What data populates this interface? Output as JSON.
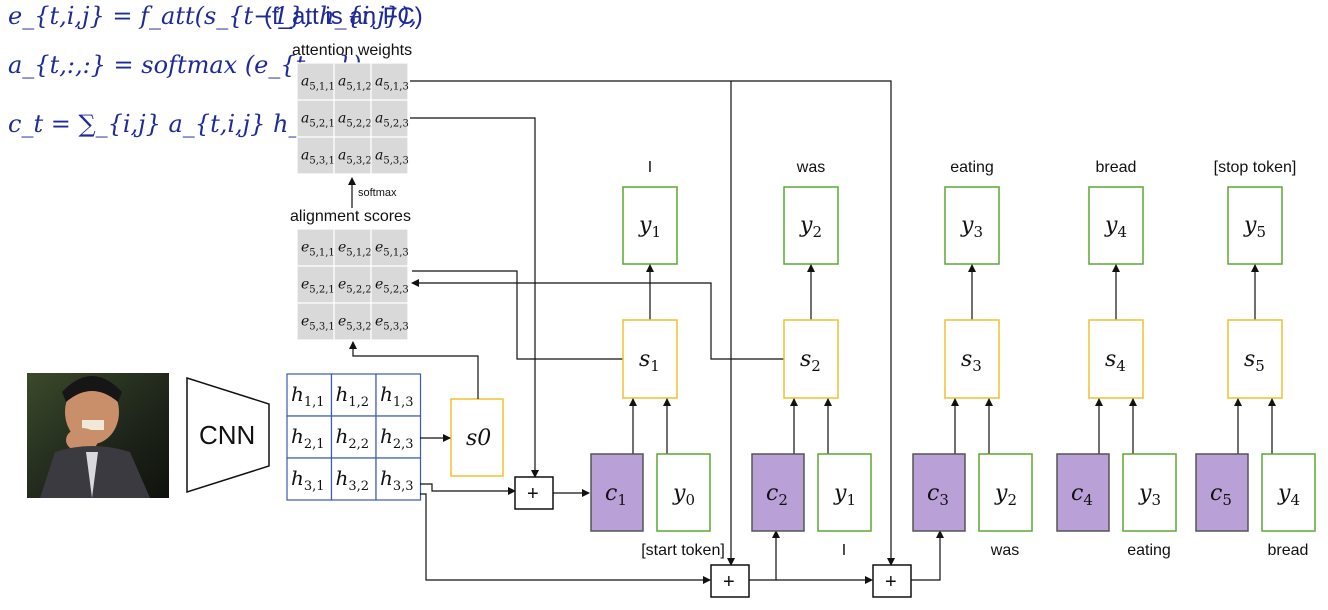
{
  "equations": {
    "eq1": "e_{t,i,j} = f_att(s_{t−1}, h_{i,j}),",
    "eq1_note": "(f_att is an FC)",
    "eq2": "a_{t,:,:} = softmax (e_{t,:,:})",
    "eq3": "c_t = ∑_{i,j} a_{t,i,j} h_{i,j}"
  },
  "labels": {
    "attention_weights": "attention weights",
    "alignment_scores": "alignment scores",
    "softmax": "softmax",
    "cnn": "CNN",
    "plus": "+"
  },
  "attention_grid": [
    [
      "a5,1,1",
      "a5,1,2",
      "a5,1,3"
    ],
    [
      "a5,2,1",
      "a5,2,2",
      "a5,2,3"
    ],
    [
      "a5,3,1",
      "a5,3,2",
      "a5,3,3"
    ]
  ],
  "alignment_grid": [
    [
      "e5,1,1",
      "e5,1,2",
      "e5,1,3"
    ],
    [
      "e5,2,1",
      "e5,2,2",
      "e5,2,3"
    ],
    [
      "e5,3,1",
      "e5,3,2",
      "e5,3,3"
    ]
  ],
  "feature_grid": [
    [
      "h1,1",
      "h1,2",
      "h1,3"
    ],
    [
      "h2,1",
      "h2,2",
      "h2,3"
    ],
    [
      "h3,1",
      "h3,2",
      "h3,3"
    ]
  ],
  "s0": "s0",
  "outputs_text": [
    "I",
    "was",
    "eating",
    "bread",
    "[stop token]"
  ],
  "y_out": [
    "y1",
    "y2",
    "y3",
    "y4",
    "y5"
  ],
  "states": [
    "s1",
    "s2",
    "s3",
    "s4",
    "s5"
  ],
  "contexts": [
    "c1",
    "c2",
    "c3",
    "c4",
    "c5"
  ],
  "y_in": [
    "y0",
    "y1",
    "y2",
    "y3",
    "y4"
  ],
  "inputs_text": [
    "[start token]",
    "I",
    "was",
    "eating",
    "bread"
  ],
  "colors": {
    "equation": "#1f2a9a",
    "output_box": "#5aa832",
    "state_box": "#f0c030",
    "context_fill": "#b9a0d6",
    "feature_border": "#3b5bb5",
    "grid_fill": "#d9d9d9"
  }
}
